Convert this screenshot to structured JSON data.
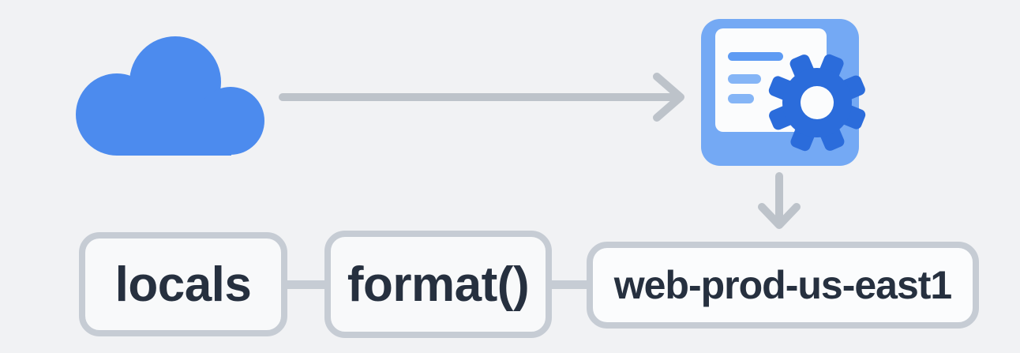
{
  "colors": {
    "background": "#f1f2f4",
    "cloud_blue": "#4c8bee",
    "tile_blue": "#74a9f4",
    "doc_line_blue": "#5e9bf3",
    "doc_line_light": "#85b5f6",
    "gear_blue": "#2b6cdb",
    "sheet_white": "#fbfcfd",
    "arrow_gray": "#bdc3ca",
    "box_border_gray": "#c6ccd4",
    "box_fill": "#f8f9fa",
    "result_box_fill": "#fbfcfd",
    "text_dark": "#26303f"
  },
  "icons": {
    "cloud": "cloud-icon",
    "config_file": "config-file-icon",
    "gear": "gear-icon",
    "arrow_right": "arrow-right-icon",
    "arrow_down": "arrow-down-icon"
  },
  "nodes": {
    "locals": {
      "label": "locals"
    },
    "format": {
      "label": "format()"
    },
    "result": {
      "label": "web-prod-us-east1"
    }
  }
}
